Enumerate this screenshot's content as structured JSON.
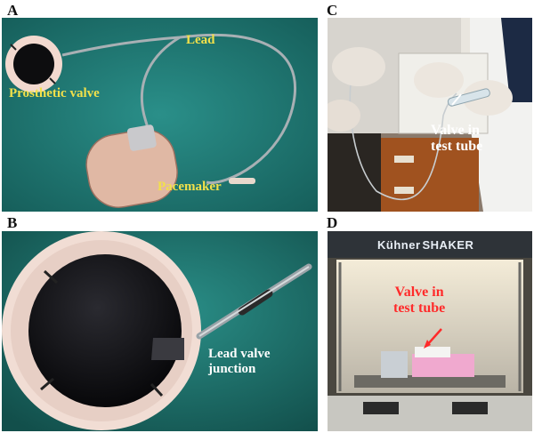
{
  "panels": {
    "a": {
      "letter": "A",
      "labels": {
        "lead": "Lead",
        "valve": "Prosthetic valve",
        "pacemaker": "Pacemaker"
      }
    },
    "b": {
      "letter": "B",
      "labels": {
        "junction": "Lead valve\njunction"
      }
    },
    "c": {
      "letter": "C",
      "labels": {
        "valve_test_tube": "Valve in\ntest tube"
      }
    },
    "d": {
      "letter": "D",
      "labels": {
        "valve_test_tube": "Valve in\ntest tube",
        "brand_left": "Kühner",
        "brand_right": "SHAKER"
      }
    }
  },
  "colors": {
    "label_yellow": "#f2e04a",
    "label_red": "#ff2a2a",
    "drape_teal": "#1f7f7a"
  }
}
